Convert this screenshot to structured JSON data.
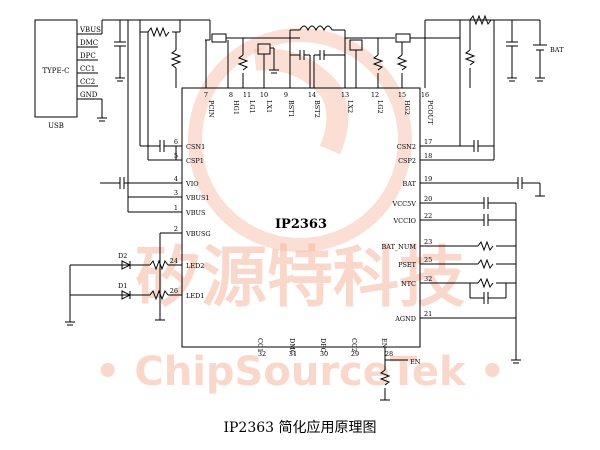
{
  "connector": {
    "type_label": "TYPE-C",
    "caption": "USB",
    "pins": [
      "VBUS",
      "DMC",
      "DPC",
      "CC1",
      "CC2",
      "GND"
    ]
  },
  "chip": {
    "name": "IP2363",
    "left_pins": [
      {
        "num": "6",
        "name": "CSN1"
      },
      {
        "num": "5",
        "name": "CSP1"
      },
      {
        "num": "4",
        "name": "VIO"
      },
      {
        "num": "3",
        "name": "VBUS1"
      },
      {
        "num": "1",
        "name": "VBUS"
      },
      {
        "num": "2",
        "name": "VBUSG"
      },
      {
        "num": "24",
        "name": "LED2"
      },
      {
        "num": "26",
        "name": "LED1"
      }
    ],
    "top_pins": [
      {
        "num": "7",
        "name": "PCIN"
      },
      {
        "num": "8",
        "name": "HG1"
      },
      {
        "num": "11",
        "name": "LG1"
      },
      {
        "num": "10",
        "name": "LX1"
      },
      {
        "num": "9",
        "name": "BST1"
      },
      {
        "num": "14",
        "name": "BST2"
      },
      {
        "num": "13",
        "name": "LX2"
      },
      {
        "num": "12",
        "name": "LG2"
      },
      {
        "num": "15",
        "name": "HG2"
      },
      {
        "num": "16",
        "name": "PCOUT"
      }
    ],
    "right_pins": [
      {
        "num": "17",
        "name": "CSN2"
      },
      {
        "num": "18",
        "name": "CSP2"
      },
      {
        "num": "19",
        "name": "BAT"
      },
      {
        "num": "20",
        "name": "VCC5V"
      },
      {
        "num": "22",
        "name": "VCCIO"
      },
      {
        "num": "23",
        "name": "BAT_NUM"
      },
      {
        "num": "25",
        "name": "PSET"
      },
      {
        "num": "32",
        "name": "NTC"
      },
      {
        "num": "21",
        "name": "AGND"
      }
    ],
    "bottom_pins": [
      {
        "num": "32",
        "name": "CC1"
      },
      {
        "num": "31",
        "name": "DMC"
      },
      {
        "num": "30",
        "name": "DPC"
      },
      {
        "num": "29",
        "name": "CC2"
      },
      {
        "num": "28",
        "name": "EN"
      }
    ]
  },
  "leds": [
    "D2",
    "D1"
  ],
  "labels": {
    "bat": "BAT",
    "en": "EN"
  },
  "watermark": {
    "cn": "矽源特科技",
    "en": "• ChipSourceTek •"
  },
  "caption": "IP2363 简化应用原理图"
}
